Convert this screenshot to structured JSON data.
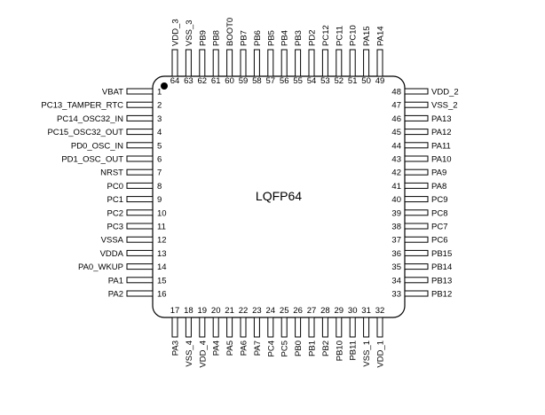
{
  "package_label": "LQFP64",
  "pins_left": [
    {
      "num": "1",
      "name": "VBAT"
    },
    {
      "num": "2",
      "name": "PC13_TAMPER_RTC"
    },
    {
      "num": "3",
      "name": "PC14_OSC32_IN"
    },
    {
      "num": "4",
      "name": "PC15_OSC32_OUT"
    },
    {
      "num": "5",
      "name": "PD0_OSC_IN"
    },
    {
      "num": "6",
      "name": "PD1_OSC_OUT"
    },
    {
      "num": "7",
      "name": "NRST"
    },
    {
      "num": "8",
      "name": "PC0"
    },
    {
      "num": "9",
      "name": "PC1"
    },
    {
      "num": "10",
      "name": "PC2"
    },
    {
      "num": "11",
      "name": "PC3"
    },
    {
      "num": "12",
      "name": "VSSA"
    },
    {
      "num": "13",
      "name": "VDDA"
    },
    {
      "num": "14",
      "name": "PA0_WKUP"
    },
    {
      "num": "15",
      "name": "PA1"
    },
    {
      "num": "16",
      "name": "PA2"
    }
  ],
  "pins_bottom": [
    {
      "num": "17",
      "name": "PA3"
    },
    {
      "num": "18",
      "name": "VSS_4"
    },
    {
      "num": "19",
      "name": "VDD_4"
    },
    {
      "num": "20",
      "name": "PA4"
    },
    {
      "num": "21",
      "name": "PA5"
    },
    {
      "num": "22",
      "name": "PA6"
    },
    {
      "num": "23",
      "name": "PA7"
    },
    {
      "num": "24",
      "name": "PC4"
    },
    {
      "num": "25",
      "name": "PC5"
    },
    {
      "num": "26",
      "name": "PB0"
    },
    {
      "num": "27",
      "name": "PB1"
    },
    {
      "num": "28",
      "name": "PB2"
    },
    {
      "num": "29",
      "name": "PB10"
    },
    {
      "num": "30",
      "name": "PB11"
    },
    {
      "num": "31",
      "name": "VSS_1"
    },
    {
      "num": "32",
      "name": "VDD_1"
    }
  ],
  "pins_right": [
    {
      "num": "48",
      "name": "VDD_2"
    },
    {
      "num": "47",
      "name": "VSS_2"
    },
    {
      "num": "46",
      "name": "PA13"
    },
    {
      "num": "45",
      "name": "PA12"
    },
    {
      "num": "44",
      "name": "PA11"
    },
    {
      "num": "43",
      "name": "PA10"
    },
    {
      "num": "42",
      "name": "PA9"
    },
    {
      "num": "41",
      "name": "PA8"
    },
    {
      "num": "40",
      "name": "PC9"
    },
    {
      "num": "39",
      "name": "PC8"
    },
    {
      "num": "38",
      "name": "PC7"
    },
    {
      "num": "37",
      "name": "PC6"
    },
    {
      "num": "36",
      "name": "PB15"
    },
    {
      "num": "35",
      "name": "PB14"
    },
    {
      "num": "34",
      "name": "PB13"
    },
    {
      "num": "33",
      "name": "PB12"
    }
  ],
  "pins_top": [
    {
      "num": "64",
      "name": "VDD_3"
    },
    {
      "num": "63",
      "name": "VSS_3"
    },
    {
      "num": "62",
      "name": "PB9"
    },
    {
      "num": "61",
      "name": "PB8"
    },
    {
      "num": "60",
      "name": "BOOT0"
    },
    {
      "num": "59",
      "name": "PB7"
    },
    {
      "num": "58",
      "name": "PB6"
    },
    {
      "num": "57",
      "name": "PB5"
    },
    {
      "num": "56",
      "name": "PB4"
    },
    {
      "num": "55",
      "name": "PB3"
    },
    {
      "num": "54",
      "name": "PD2"
    },
    {
      "num": "53",
      "name": "PC12"
    },
    {
      "num": "52",
      "name": "PC11"
    },
    {
      "num": "51",
      "name": "PC10"
    },
    {
      "num": "50",
      "name": "PA15"
    },
    {
      "num": "49",
      "name": "PA14"
    }
  ]
}
